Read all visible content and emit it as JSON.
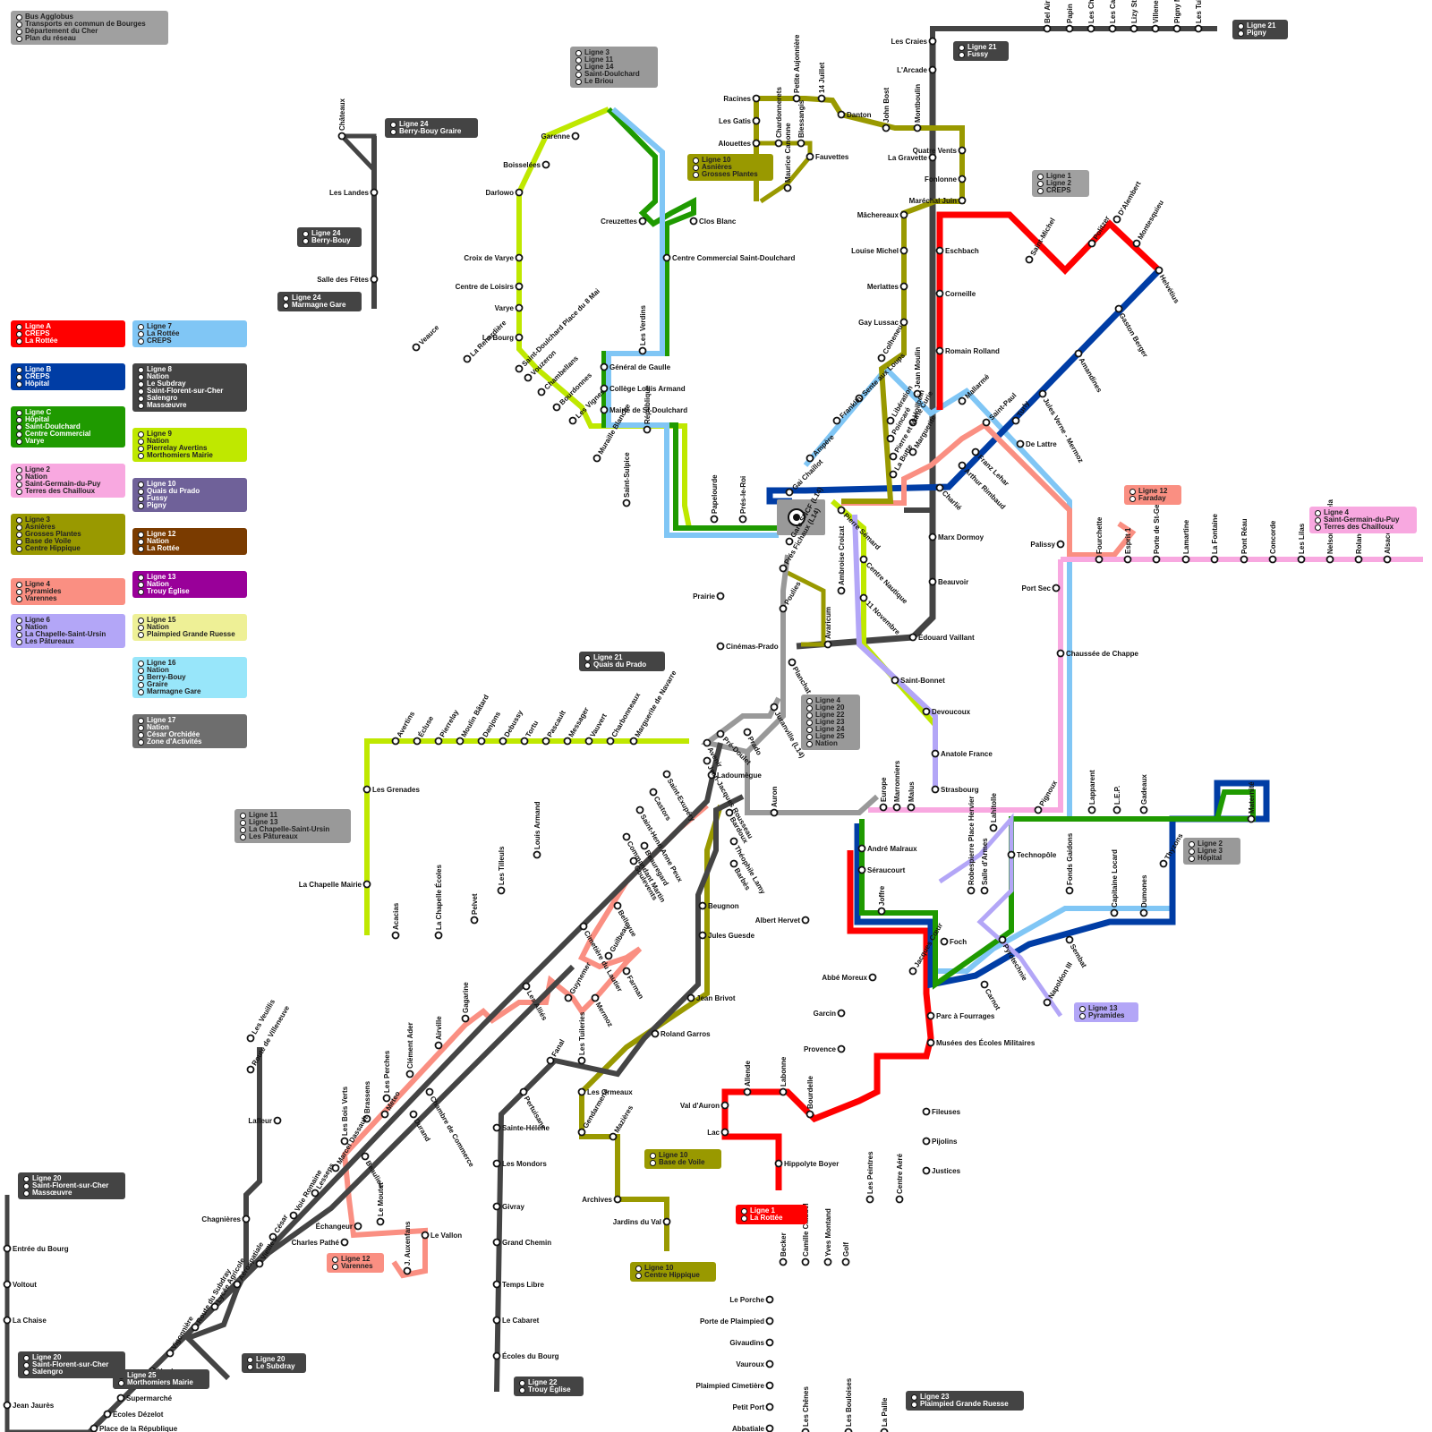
{
  "map_title_box": {
    "lines": [
      "Bus Agglobus",
      "Transports en commun de Bourges",
      "Département du Cher",
      "Plan du réseau"
    ],
    "color": "#a0a0a0"
  },
  "legend": [
    {
      "id": "A",
      "color": "#ff0000",
      "lines": [
        "Ligne A",
        "CREPS",
        "La Rottée"
      ]
    },
    {
      "id": "B",
      "color": "#003da5",
      "lines": [
        "Ligne B",
        "CREPS",
        "Hôpital"
      ]
    },
    {
      "id": "C",
      "color": "#1f9a00",
      "lines": [
        "Ligne C",
        "Hôpital",
        "Saint-Doulchard",
        "Centre Commercial",
        "Varye"
      ]
    },
    {
      "id": "2",
      "color": "#f8a8e0",
      "lines": [
        "Ligne 2",
        "Nation",
        "Saint-Germain-du-Puy",
        "Terres des Chailloux"
      ]
    },
    {
      "id": "3",
      "color": "#999900",
      "lines": [
        "Ligne 3",
        "Asnières",
        "Grosses Plantes",
        "Base de Voile",
        "Centre Hippique"
      ]
    },
    {
      "id": "4",
      "color": "#fa8f82",
      "lines": [
        "Ligne 4",
        "Pyramides",
        "Varennes"
      ]
    },
    {
      "id": "6",
      "color": "#b3a6f7",
      "lines": [
        "Ligne 6",
        "Nation",
        "La Chapelle-Saint-Ursin",
        "Les Pâtureaux"
      ]
    },
    {
      "id": "7",
      "color": "#80c6f5",
      "lines": [
        "Ligne 7",
        "La Rottée",
        "CREPS"
      ]
    },
    {
      "id": "8",
      "color": "#444444",
      "lines": [
        "Ligne 8",
        "Nation",
        "Le Subdray",
        "Saint-Florent-sur-Cher",
        "Salengro",
        "Massœuvre"
      ]
    },
    {
      "id": "9",
      "color": "#bfe800",
      "lines": [
        "Ligne 9",
        "Nation",
        "Pierrelay Avertins",
        "Morthomiers Mairie"
      ]
    },
    {
      "id": "10",
      "color": "#6f6199",
      "lines": [
        "Ligne 10",
        "Quais du Prado",
        "Fussy",
        "Pigny"
      ]
    },
    {
      "id": "12",
      "color": "#7a3b00",
      "lines": [
        "Ligne 12",
        "Nation",
        "La Rottée"
      ]
    },
    {
      "id": "13",
      "color": "#990099",
      "lines": [
        "Ligne 13",
        "Nation",
        "Trouy Église"
      ]
    },
    {
      "id": "15",
      "color": "#eef096",
      "lines": [
        "Ligne 15",
        "Nation",
        "Plaimpied Grande Ruesse"
      ]
    },
    {
      "id": "16",
      "color": "#98e6fa",
      "lines": [
        "Ligne 16",
        "Nation",
        "Berry-Bouy",
        "Graire",
        "Marmagne Gare"
      ]
    },
    {
      "id": "17",
      "color": "#6e6e6e",
      "lines": [
        "Ligne 17",
        "Nation",
        "César Orchidée",
        "Zone d'Activités"
      ]
    }
  ],
  "terminus_boxes": [
    {
      "color": "#999999",
      "lines": [
        "Ligne 3",
        "Ligne 11",
        "Ligne 14",
        "Saint-Doulchard",
        "Le Briou"
      ]
    },
    {
      "color": "#444444",
      "lines": [
        "Ligne 24",
        "Berry-Bouy Graire"
      ]
    },
    {
      "color": "#444444",
      "lines": [
        "Ligne 24",
        "Berry-Bouy"
      ]
    },
    {
      "color": "#444444",
      "lines": [
        "Ligne 24",
        "Marmagne Gare"
      ]
    },
    {
      "color": "#444444",
      "lines": [
        "Ligne 21",
        "Fussy"
      ]
    },
    {
      "color": "#444444",
      "lines": [
        "Ligne 21",
        "Pigny"
      ]
    },
    {
      "color": "#999900",
      "lines": [
        "Ligne 10",
        "Asnières",
        "Grosses Plantes"
      ]
    },
    {
      "color": "#a0a0a0",
      "lines": [
        "Ligne 1",
        "Ligne 2",
        "CREPS"
      ]
    },
    {
      "color": "#fa8f82",
      "lines": [
        "Ligne 12",
        "Faraday"
      ]
    },
    {
      "color": "#f8a8e0",
      "lines": [
        "Ligne 4",
        "Saint-Germain-du-Puy",
        "Terres des Chailloux"
      ]
    },
    {
      "color": "#444444",
      "lines": [
        "Ligne 21",
        "Quais du Prado"
      ]
    },
    {
      "color": "#999999",
      "lines": [
        "Ligne 4",
        "Ligne 20",
        "Ligne 22",
        "Ligne 23",
        "Ligne 24",
        "Ligne 25",
        "Nation"
      ]
    },
    {
      "color": "#999999",
      "lines": [
        "Ligne 11",
        "Ligne 13",
        "La Chapelle-Saint-Ursin",
        "Les Pâtureaux"
      ]
    },
    {
      "color": "#999999",
      "lines": [
        "Ligne 2",
        "Ligne 3",
        "Hôpital"
      ]
    },
    {
      "color": "#b3a6f7",
      "lines": [
        "Ligne 13",
        "Pyramides"
      ]
    },
    {
      "color": "#999900",
      "lines": [
        "Ligne 10",
        "Base de Voile"
      ]
    },
    {
      "color": "#ff0000",
      "lines": [
        "Ligne 1",
        "La Rottée"
      ]
    },
    {
      "color": "#fa8f82",
      "lines": [
        "Ligne 12",
        "Varennes"
      ]
    },
    {
      "color": "#999900",
      "lines": [
        "Ligne 10",
        "Centre Hippique"
      ]
    },
    {
      "color": "#444444",
      "lines": [
        "Ligne 25",
        "Morthomiers Mairie"
      ]
    },
    {
      "color": "#444444",
      "lines": [
        "Ligne 20",
        "Saint-Florent-sur-Cher",
        "Massœuvre"
      ]
    },
    {
      "color": "#444444",
      "lines": [
        "Ligne 20",
        "Saint-Florent-sur-Cher",
        "Salengro"
      ]
    },
    {
      "color": "#444444",
      "lines": [
        "Ligne 20",
        "Le Subdray"
      ]
    },
    {
      "color": "#444444",
      "lines": [
        "Ligne 22",
        "Trouy Église"
      ]
    },
    {
      "color": "#444444",
      "lines": [
        "Ligne 23",
        "Plaimpied Grande Ruesse"
      ]
    }
  ],
  "stations": [
    "Châteaux",
    "Les Landes",
    "Salle des Fêtes",
    "Veauce",
    "La Renardière",
    "Saint-Doulchard Place du 8 Mai",
    "Vouzeron",
    "Chambellans",
    "Bourdonnes",
    "Les Vignes",
    "Muraille Blanche",
    "Saint-Sulpice",
    "Prairie",
    "Cinémas-Prado",
    "Garenne",
    "Boisselées",
    "Darlowo",
    "Croix de Varye",
    "Centre de Loisirs",
    "Varye",
    "Le Bourg",
    "Creuzettes",
    "Clos Blanc",
    "Centre Commercial Saint-Doulchard",
    "Les Verdins",
    "Général de Gaulle",
    "Collège Louis Armand",
    "Mairie de St-Doulchard",
    "République",
    "Papelourde",
    "Prés-le-Roi",
    "Racines",
    "Les Gatis",
    "Alouettes",
    "Chardonnerets",
    "Petite Aujonnière",
    "Blessangis",
    "14 Juillet",
    "Danton",
    "John Bost",
    "Montboulin",
    "Fauvettes",
    "Maurice Canonne",
    "Mâchereaux",
    "Louise Michel",
    "Merlattes",
    "Gay Lussac",
    "Colheneu",
    "Sente aux Loups",
    "Franklin",
    "Ampère",
    "Gai Chaillot",
    "Libération",
    "Poincaré",
    "Pierre et Marie Curie",
    "La Butte",
    "Jean Moulin",
    "Hoilbein",
    "Marguerite",
    "Gare SNCF (L14)",
    "Prés Fichaux (L14)",
    "Pierre Sémard",
    "Ambroise Croizat",
    "Centre Nautique",
    "11 Novembre",
    "Poulies",
    "Avaricum",
    "Planchat",
    "Juranville (L14)",
    "Prado",
    "Pré-Doulet",
    "Les Craies",
    "L'Arcade",
    "Quatre Vents",
    "La Gravette",
    "Fonlonne",
    "Maréchal Juin",
    "Eschbach",
    "Corneille",
    "Romain Rolland",
    "Mallarmé",
    "Saint-Paul",
    "Franz Lehar",
    "Arthur Rimbaud",
    "Charlié",
    "Marx Dormoy",
    "Beauvoir",
    "Édouard Vaillant",
    "Saint-Michel",
    "Politzer",
    "D'Alembert",
    "Montesquieu",
    "Helvétius",
    "Gaston Berger",
    "Amandines",
    "Jules Verne - Mermoz",
    "Turly",
    "De Lattre",
    "Palissy",
    "Port Sec",
    "Chaussée de Chappe",
    "Fourchette",
    "Esprit 1",
    "Porte de St-Germain",
    "Lamartine",
    "La Fontaine",
    "Pont Réau",
    "Concorde",
    "Les Lilas",
    "Nelson Mandela",
    "Roland Bouat",
    "Alsace",
    "Bel Air",
    "Papin",
    "Les Chardons",
    "Les Casseriaux",
    "Lizy St-Michel",
    "Villeneuve",
    "Pigny Mairie",
    "Les Tuileries",
    "Les Grenades",
    "Avertins",
    "Écluse",
    "Pierrelay",
    "Moulin Bâtard",
    "Danjons",
    "Debussy",
    "Tortu",
    "Pascault",
    "Messager",
    "Vauvert",
    "Charbonneaux",
    "Marguerite de Navarre",
    "La Chapelle Mairie",
    "Acacias",
    "La Chapelle Écoles",
    "Pelvet",
    "Les Tilleuls",
    "Louis Armand",
    "Saint-Exupéry",
    "Castors",
    "Saint-Henri Anne Peux",
    "Jean-Jacques Rousseau",
    "Commandant Martin",
    "Beauregard",
    "Goulevents",
    "Cimetière du Lautier",
    "Bellevue",
    "Avenir",
    "Ladoumègue",
    "Auron",
    "Bardoux",
    "Théophile Lamy",
    "Barbès",
    "Beugnon",
    "Jules Guesde",
    "Jean Brivot",
    "Roland Garros",
    "Guilbeau",
    "Farman",
    "Mermoz",
    "Guynemer",
    "Les Alliés",
    "Saint-Bonnet",
    "Devoucoux",
    "Anatole France",
    "Strasbourg",
    "Europe",
    "Marronniers",
    "Malus",
    "André Malraux",
    "Séraucourt",
    "Joffre",
    "Albert Hervet",
    "Foch",
    "Jacques Cœur",
    "Abbé Moreux",
    "Garcin",
    "Provence",
    "Pignoux",
    "Lapparent",
    "L.E.P.",
    "Gadeaux",
    "Robespierre Place Hervier",
    "Salle d'Armes",
    "Lahitolle",
    "Technopôle",
    "Fonds Gaidons",
    "Capitaine Locard",
    "Dumones",
    "Thyzons",
    "Maternité",
    "Pyrotechnie",
    "Sembat",
    "Carnot",
    "Napoléon III",
    "Parc à Fourrages",
    "Musées des Écoles Militaires",
    "Val d'Auron",
    "Allende",
    "Labonne",
    "Bourdelle",
    "Lac",
    "Hippolyte Boyer",
    "Fileuses",
    "Pijolins",
    "Justices",
    "Les Peintres",
    "Centre Aéré",
    "Becker",
    "Camille Claudel",
    "Yves Montand",
    "Golf",
    "Le Porche",
    "Porte de Plaimpied",
    "Givaudins",
    "Vauroux",
    "Plaimpied Cimetière",
    "Petit Port",
    "Abbatiale",
    "Les Chênes",
    "Les Bouloises",
    "La Paille",
    "Les Veuillis",
    "Route de Villeneuve",
    "Lafleur",
    "Marcel Dassault",
    "Lesseps",
    "Voie Romaine",
    "César",
    "Chagnières",
    "Vieilles",
    "Aérospatiale",
    "Lycée Agricole",
    "Route du Subdray",
    "Vigonnière",
    "Verdun",
    "Général Leclerc",
    "Supermarché",
    "Écoles Dézelot",
    "Place de la République",
    "Entrée du Bourg",
    "Voltout",
    "La Chaise",
    "Jean Jaurès",
    "Les Bois Verts",
    "Brassens",
    "Les Perches",
    "Clément Ader",
    "Airville",
    "Gagarine",
    "Meteo",
    "Durand",
    "Beaulieu",
    "Chambre de Commerce",
    "Le Moutet",
    "Échangeur",
    "Charles Pathé",
    "Le Vallon",
    "J. Auxenfans",
    "Pertuisane",
    "Fanal",
    "Les Tuileries",
    "Sainte-Hélène",
    "Les Mondors",
    "Givray",
    "Grand Chemin",
    "Temps Libre",
    "Le Cabaret",
    "Écoles du Bourg",
    "Les Ormeaux",
    "Gendarmerie",
    "Mazières",
    "Archives",
    "Jardins du Val"
  ]
}
